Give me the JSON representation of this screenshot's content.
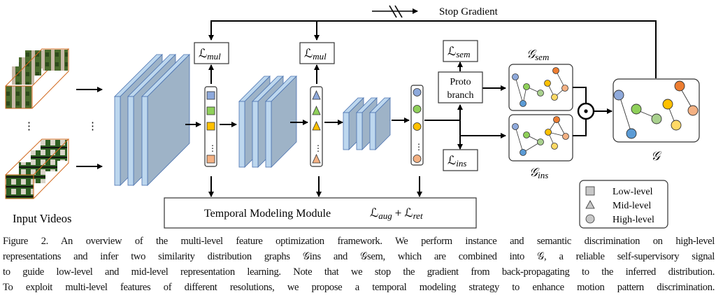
{
  "figure": {
    "stop_gradient_label": "Stop Gradient",
    "input_videos_label": "Input Videos",
    "loss_mul_1": "ℒ",
    "loss_mul_1_sub": "mul",
    "loss_mul_2": "ℒ",
    "loss_mul_2_sub": "mul",
    "loss_sem": "ℒ",
    "loss_sem_sub": "sem",
    "loss_ins": "ℒ",
    "loss_ins_sub": "ins",
    "proto_branch_line1": "Proto",
    "proto_branch_line2": "branch",
    "graph_sem_label": "𝒢",
    "graph_sem_sub": "sem",
    "graph_ins_label": "𝒢",
    "graph_ins_sub": "ins",
    "graph_combined_label": "𝒢",
    "combine_operator": "⊙",
    "temporal_module_label": "Temporal Modeling Module",
    "temporal_loss_1": "ℒ",
    "temporal_loss_1_sub": "aug",
    "temporal_loss_plus": "+",
    "temporal_loss_2": "ℒ",
    "temporal_loss_2_sub": "ret",
    "ellipsis": "⋮",
    "legend": [
      {
        "shape": "square",
        "label": "Low-level"
      },
      {
        "shape": "triangle",
        "label": "Mid-level"
      },
      {
        "shape": "circle",
        "label": "High-level"
      }
    ],
    "feature_colors": [
      "#8ea9db",
      "#8fd05a",
      "#ffc000",
      "#f4b183"
    ],
    "graph_node_colors": {
      "blue_light": "#8ea9db",
      "blue": "#5b9bd5",
      "green": "#8fd05a",
      "green_light": "#a9d18e",
      "yellow": "#ffc000",
      "yellow_light": "#ffd966",
      "orange": "#ed7d31",
      "orange_light": "#f4b183"
    },
    "encoder_color": "#bdd7ee",
    "encoder_side_color": "#9eb3c7"
  },
  "caption": {
    "lines": [
      "Figure 2. An overview of the multi-level feature optimization framework. We perform instance and semantic discrimination on high-level",
      "representations and infer two similarity distribution graphs 𝒢ins and 𝒢sem, which are combined into 𝒢, a reliable self-supervisory signal",
      "to guide low-level and mid-level representation learning. Note that we stop the gradient from back-propagating to the inferred distribution.",
      "To exploit multi-level features of different resolutions, we propose a temporal modeling strategy to enhance motion pattern discrimination."
    ]
  }
}
